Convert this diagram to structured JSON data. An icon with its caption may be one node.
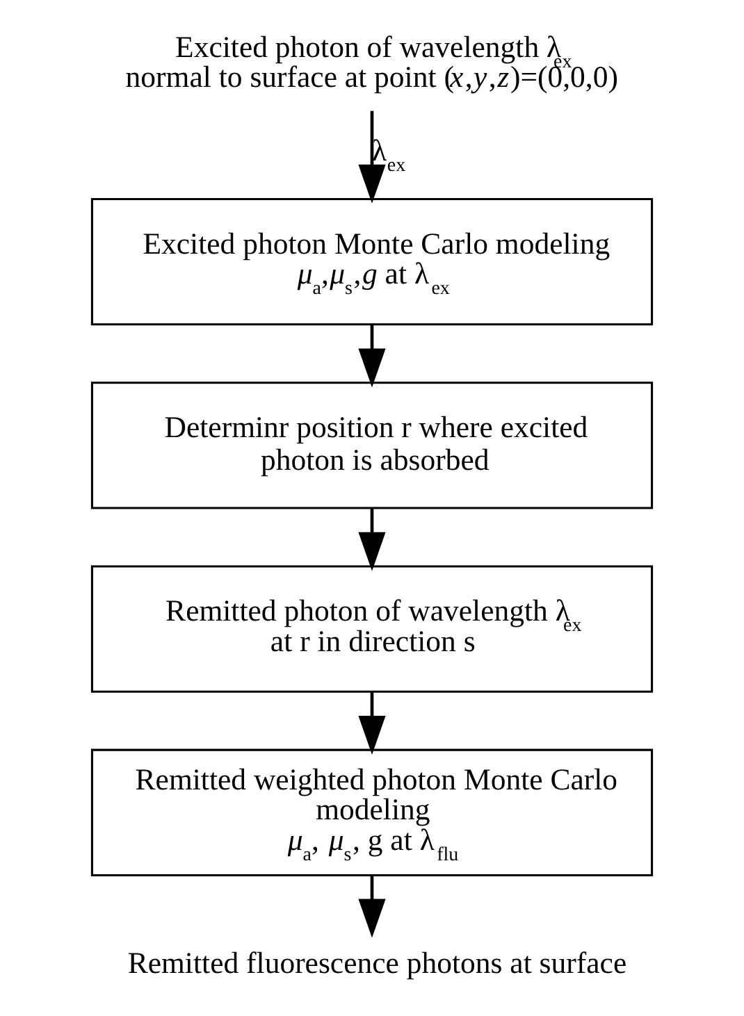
{
  "diagram": {
    "nodes": [
      {
        "text": [
          "Excited photon of wavelength λ$_{ex}$ normal to surface at point (*x*,*y*,*z*)=(0,0,0)"
        ]
      },
      {
        "text": [
          "Excited photon Monte Carlo modeling",
          "*μ*$_{a}$,*μ*$_{s}$,*g* at λ$_{ex}$"
        ]
      },
      {
        "text": [
          "Determinr position r where excited photon is absorbed"
        ]
      },
      {
        "text": [
          "Remitted photon of wavelength λ$_{ex}$ at r in direction s"
        ]
      },
      {
        "text": [
          "Remitted weighted photon Monte Carlo modeling",
          "*μ*$_{a}$, *μ*$_{s}$, g at λ$_{flu}$"
        ]
      },
      {
        "text": [
          "Remitted fluorescence photons at surface"
        ]
      }
    ],
    "edges": [
      {
        "from": 0,
        "to": 1,
        "arrow": "to",
        "label": "λ$_{ex}$"
      },
      {
        "from": 1,
        "to": 2,
        "arrow": "to"
      },
      {
        "from": 2,
        "to": 3,
        "arrow": "to"
      },
      {
        "from": 3,
        "to": 4,
        "arrow": "to"
      },
      {
        "from": 4,
        "to": 5,
        "arrow": "to"
      }
    ]
  }
}
